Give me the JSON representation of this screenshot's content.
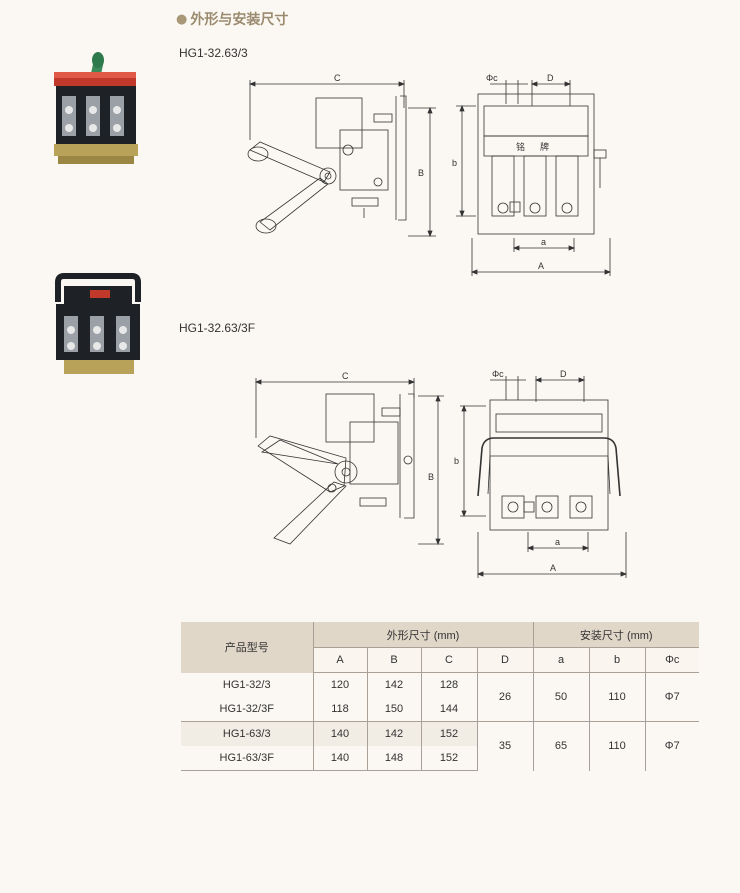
{
  "section": {
    "bullet": "●",
    "title": "外形与安装尺寸"
  },
  "models": [
    {
      "label": "HG1-32.63/3"
    },
    {
      "label": "HG1-32.63/3F"
    }
  ],
  "drawing_labels": {
    "C": "C",
    "B": "B",
    "b": "b",
    "A": "A",
    "a": "a",
    "D": "D",
    "phic": "Φc",
    "nameplate_1": "铭",
    "nameplate_2": "牌"
  },
  "table": {
    "model_header": "产品型号",
    "outline_header": "外形尺寸 (mm)",
    "mount_header": "安装尺寸 (mm)",
    "cols": [
      "A",
      "B",
      "C",
      "D",
      "a",
      "b",
      "Φc"
    ],
    "rows": [
      {
        "model": "HG1-32/3",
        "A": "120",
        "B": "142",
        "C": "128"
      },
      {
        "model": "HG1-32/3F",
        "A": "118",
        "B": "150",
        "C": "144"
      },
      {
        "model": "HG1-63/3",
        "A": "140",
        "B": "142",
        "C": "152"
      },
      {
        "model": "HG1-63/3F",
        "A": "140",
        "B": "148",
        "C": "152"
      }
    ],
    "groups": [
      {
        "D": "26",
        "a": "50",
        "b": "110",
        "phic": "Φ7"
      },
      {
        "D": "35",
        "a": "65",
        "b": "110",
        "phic": "Φ7"
      }
    ]
  },
  "colors": {
    "header_bg": "#e1d7c9",
    "title": "#9a8a6e",
    "line": "#a9a197"
  }
}
